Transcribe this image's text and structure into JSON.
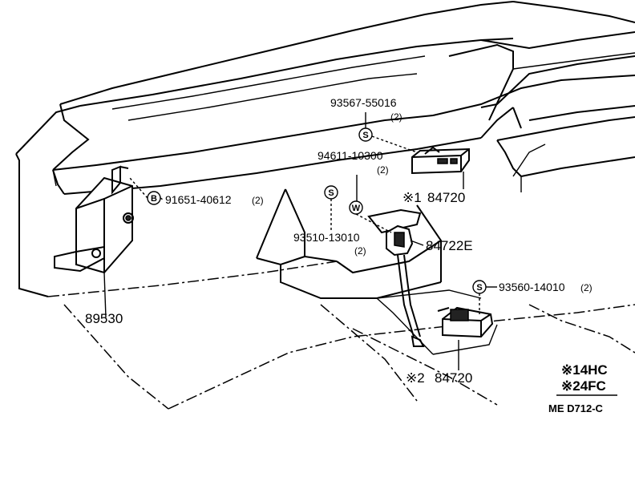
{
  "parts": {
    "p_93567": {
      "number": "93567-55016",
      "qty": "(2)",
      "symbol": "S"
    },
    "p_94611": {
      "number": "94611-10300",
      "qty": "(2)",
      "symbol": "W"
    },
    "p_93510": {
      "number": "93510-13010",
      "qty": "(2)",
      "symbol": "S"
    },
    "p_91651": {
      "number": "91651-40612",
      "qty": "(2)",
      "symbol": "B"
    },
    "p_84720_1": {
      "number": "84720",
      "marker": "※1"
    },
    "p_84722E": {
      "number": "84722E"
    },
    "p_93560": {
      "number": "93560-14010",
      "qty": "(2)",
      "symbol": "S"
    },
    "p_84720_2": {
      "number": "84720",
      "marker": "※2"
    },
    "p_89530": {
      "number": "89530"
    }
  },
  "legend": {
    "line1": "※14HC",
    "line2": "※24FC"
  },
  "figure_code": "ME  D712-C"
}
